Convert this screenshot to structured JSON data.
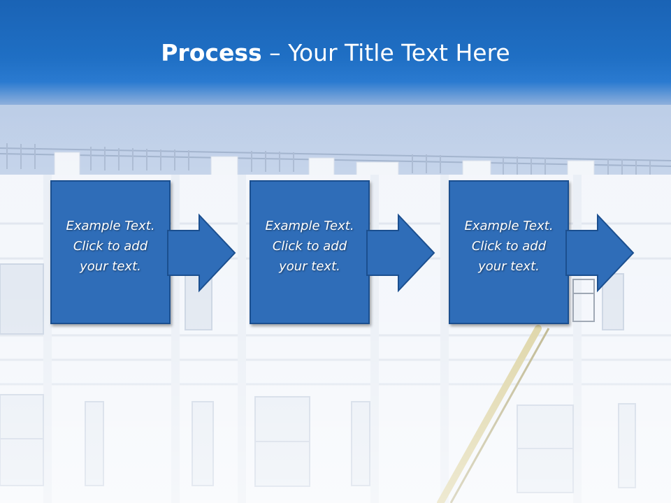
{
  "title": {
    "bold": "Process",
    "rest": " – Your Title Text Here"
  },
  "steps": [
    {
      "line1": "Example Text.",
      "line2": "Click  to add",
      "line3": "your text."
    },
    {
      "line1": "Example Text.",
      "line2": "Click  to add",
      "line3": "your text."
    },
    {
      "line1": "Example Text.",
      "line2": "Click  to add",
      "line3": "your text."
    }
  ],
  "colors": {
    "title_band": "#1f6fc4",
    "box_fill": "#2f6db8",
    "box_border": "#1b4f8f",
    "text": "#ffffff"
  }
}
